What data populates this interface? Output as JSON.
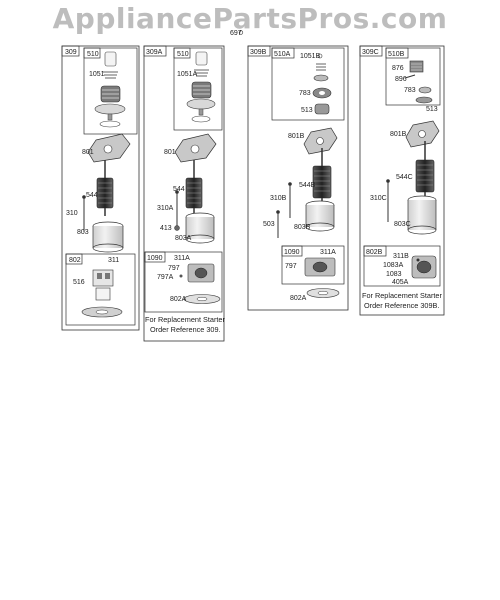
{
  "watermark": "AppliancePartsPros.com",
  "top_label": "697",
  "panels": [
    {
      "id": "309",
      "inset_id": "510",
      "inset_parts": [
        "1051"
      ],
      "parts": [
        "801",
        "544",
        "310",
        "803"
      ],
      "sub_id": "802",
      "sub_parts": [
        "311",
        "516"
      ],
      "note": ""
    },
    {
      "id": "309A",
      "inset_id": "510",
      "inset_parts": [
        "1051A"
      ],
      "parts": [
        "801",
        "544",
        "310A",
        "413",
        "803A"
      ],
      "sub_id": "1090",
      "sub_parts": [
        "311A",
        "797",
        "797A",
        "802A"
      ],
      "note": [
        "For Replacement Starter",
        "Order Reference 309."
      ]
    },
    {
      "id": "309B",
      "inset_id": "510A",
      "inset_parts": [
        "1051B",
        "783",
        "513"
      ],
      "parts": [
        "801B",
        "544B",
        "310B",
        "503",
        "803B"
      ],
      "sub_id": "1090",
      "sub_parts": [
        "311A",
        "797",
        "802A"
      ],
      "note": ""
    },
    {
      "id": "309C",
      "inset_id": "510B",
      "inset_parts": [
        "876",
        "896",
        "783",
        "513"
      ],
      "parts": [
        "801B",
        "544C",
        "310C",
        "803C"
      ],
      "sub_id": "802B",
      "sub_parts": [
        "311B",
        "1083A",
        "1083",
        "405A"
      ],
      "note": [
        "For Replacement Starter",
        "Order Reference 309B."
      ]
    }
  ]
}
